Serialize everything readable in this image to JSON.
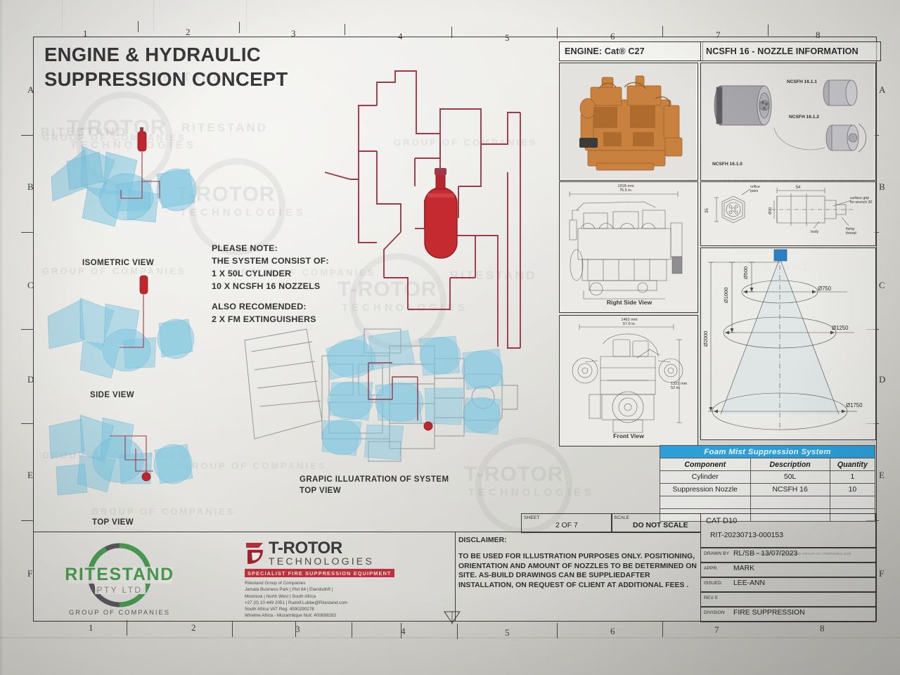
{
  "drawing": {
    "title_line1": "ENGINE & HYDRAULIC",
    "title_line2": "SUPPRESSION CONCEPT",
    "grid_columns": [
      "1",
      "2",
      "3",
      "4",
      "5",
      "6",
      "7",
      "8"
    ],
    "grid_rows": [
      "A",
      "B",
      "C",
      "D",
      "E",
      "F"
    ]
  },
  "notes": {
    "heading": "PLEASE NOTE:",
    "line1": "THE SYSTEM CONSIST OF:",
    "line2": "1 X 50L CYLINDER",
    "line3": "10 X NCSFH 16 NOZZELS",
    "heading2": "ALSO RECOMENDED:",
    "line4": "2 X FM EXTINGUISHERS"
  },
  "views": {
    "isometric": "ISOMETRIC VIEW",
    "side": "SIDE VIEW",
    "top": "TOP VIEW",
    "graphic_line1": "GRAPIC ILLUATRATION OF SYSTEM",
    "graphic_line2": "TOP VIEW"
  },
  "engine_panel": {
    "header": "ENGINE: Cat® C27",
    "right_side_caption": "Right Side View",
    "right_side_dim": "1918 mm\n75.5 in.",
    "front_caption": "Front View",
    "front_dim_width": "1462 mm\n57.6 in.",
    "front_dim_height": "1321 mm\n52 in."
  },
  "nozzle_panel": {
    "header": "NCSFH 16 - NOZZLE INFORMATION",
    "label_a": "NCSFH 16.1.1",
    "label_b": "NCSFH 16.1.2",
    "label_c": "NCSFH 16.1.0",
    "tech": {
      "orifice": "orifice\npairs",
      "across_flats": "35",
      "length": "54",
      "bore": "Ø30",
      "wrench": "surface grip\nfor wrench 30",
      "body": "body",
      "thread": "fixing\nthread"
    }
  },
  "spray_diagram": {
    "v1": "Ø500",
    "v2": "Ø1000",
    "v3": "Ø2000",
    "d1": "Ø750",
    "d2": "Ø1250",
    "d3": "Ø1750"
  },
  "foam_table": {
    "title": "Foam Mist Suppression System",
    "columns": [
      "Component",
      "Description",
      "Quantity"
    ],
    "rows": [
      [
        "Cylinder",
        "50L",
        "1"
      ],
      [
        "Suppression Nozzle",
        "NCSFH 16",
        "10"
      ],
      [
        "",
        "",
        ""
      ],
      [
        "",
        "",
        ""
      ]
    ]
  },
  "title_block": {
    "sheet_label": "SHEET",
    "sheet_value": "2 OF 7",
    "scale_label": "SCALE",
    "scale_value": "DO NOT SCALE",
    "model": "CAT D10",
    "doc_number": "RIT-20230713-000153",
    "copyright": "© PROPERTY OF RITESTAND GROUP OF COMPANIES 2023",
    "rows": [
      {
        "label": "DRAWN BY",
        "value": "RL/SB   -    13/07/2023"
      },
      {
        "label": "APPR.",
        "value": "MARK"
      },
      {
        "label": "ISSUED",
        "value": "LEE-ANN"
      },
      {
        "label": "REV 0",
        "value": ""
      },
      {
        "label": "DIVISION",
        "value": "FIRE SUPPRESSION"
      }
    ]
  },
  "disclaimer": {
    "heading": "DISCLAIMER:",
    "body": "TO BE USED FOR ILLUSTRATION PURPOSES ONLY. POSITIONING, ORIENTATION AND AMOUNT OF NOZZLES TO BE DETERMINED ON SITE. AS-BUILD DRAWINGS CAN BE SUPPLIEDAFTER INSTALLATION, ON REQUEST OF CLIENT AT ADDITIONAL FEES ."
  },
  "ritestand_logo": {
    "name": "RITESTAND",
    "sub": "PTY LTD",
    "tagline": "GROUP OF COMPANIES"
  },
  "trotor": {
    "name": "T-ROTOR",
    "sub": "TECHNOLOGIES",
    "bar": "SPECIALIST FIRE SUPPRESSION EQUIPMENT",
    "addr1": "Ritestand Group of Companies",
    "addr2": "Jamala Business Park | Plot 84 | Elandsdrift |",
    "addr3": "Mooinooi | North West | South Africa",
    "addr4": "+27 (0) 10 449 2051 | Rudolf.Lubbe@Ritestand.com",
    "addr5": "South Africa VAT Reg:  4590290278",
    "addr6": "Wireline Africa - Mozambique Nuit: 400699283"
  },
  "watermark": {
    "brand": "T-ROTOR",
    "brand_sub": "TECHNOLOGIES",
    "ritestand": "RITESTAND",
    "group": "GROUP OF COMPANIES"
  },
  "colors": {
    "pipe": "#9e3a48",
    "cylinder": "#c0272d",
    "spray": "#7cc6e0",
    "table_header": "#2d9ed8",
    "engine": "#c8813f",
    "logo_green": "#4a9e52",
    "accent_red": "#c0303c"
  }
}
